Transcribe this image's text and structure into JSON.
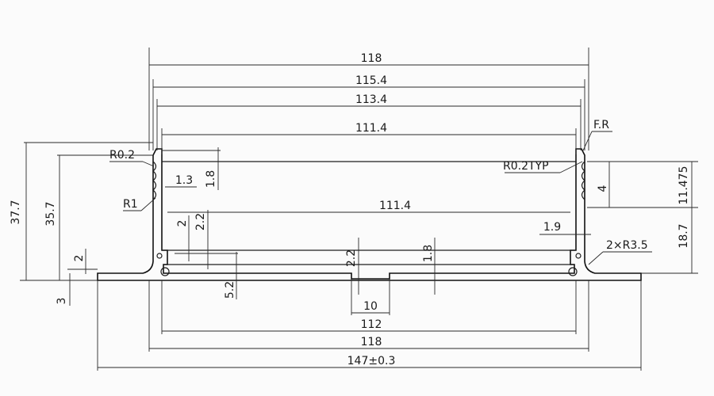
{
  "drawing": {
    "top_dims": {
      "d118": "118",
      "d115_4": "115.4",
      "d113_4": "113.4",
      "d111_4_top": "111.4"
    },
    "inner_dims": {
      "d111_4_mid": "111.4",
      "d2_2_left": "2.2",
      "d2_left": "2",
      "d2_2_center": "2.2",
      "d1_8_center": "1.8",
      "d1_3": "1.3",
      "d1_8_left": "1.8",
      "d1_9": "1.9"
    },
    "left_dims": {
      "d37_7": "37.7",
      "d35_7": "35.7",
      "d2_base": "2",
      "d3_base": "3",
      "d5_2": "5.2"
    },
    "right_dims": {
      "d4": "4",
      "d11_475": "11.475",
      "d18_7": "18.7"
    },
    "bottom_dims": {
      "d10": "10",
      "d112": "112",
      "d118_bottom": "118",
      "d147": "147±0.3"
    },
    "callouts": {
      "r0_2": "R0.2",
      "r1": "R1",
      "r0_2typ": "R0.2TYP",
      "fr": "F.R",
      "r3_5": "2×R3.5"
    }
  }
}
